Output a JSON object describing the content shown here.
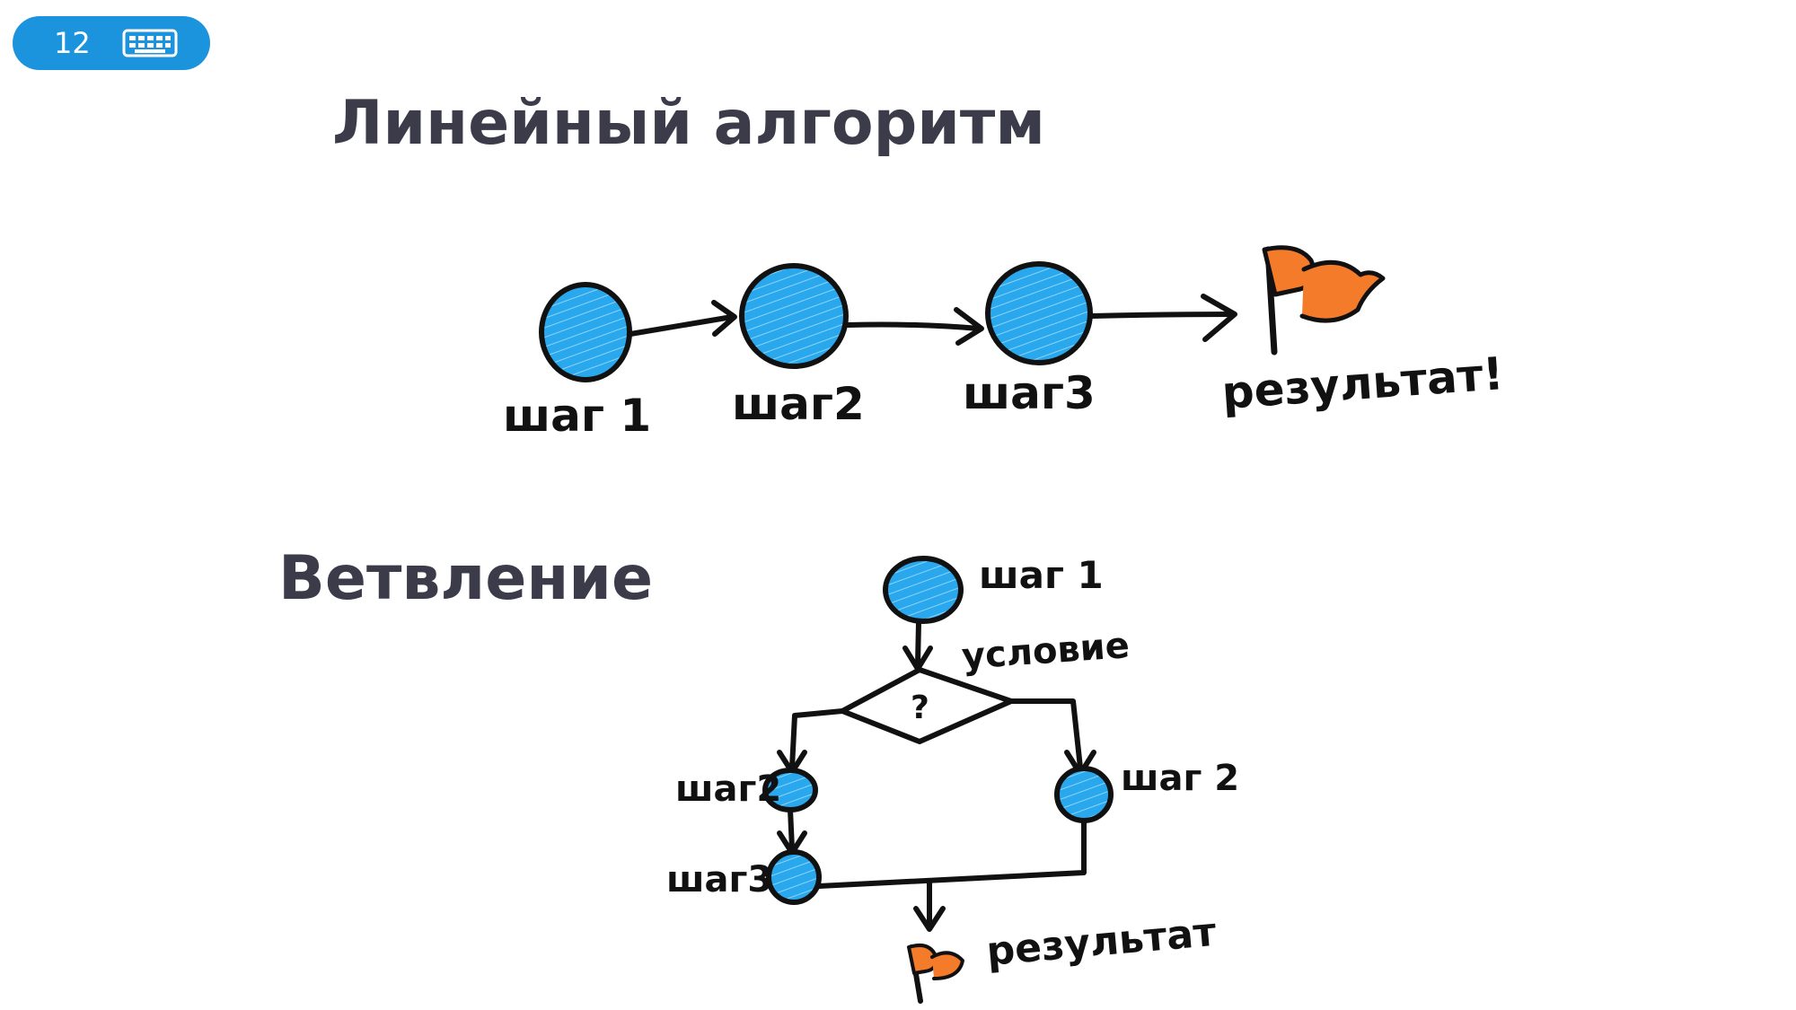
{
  "badge": {
    "slide_number": "12",
    "icon": "keyboard-icon"
  },
  "titles": {
    "linear": "Линейный алгоритм",
    "branching": "Ветвление"
  },
  "linear_diagram": {
    "steps": [
      "шаг 1",
      "шаг2",
      "шаг3"
    ],
    "result": "результат!"
  },
  "branch_diagram": {
    "start": "шаг 1",
    "condition": "условие",
    "decision_mark": "?",
    "left_steps": [
      "шаг2",
      "шаг3"
    ],
    "right_step": "шаг 2",
    "result": "результат"
  },
  "colors": {
    "accent": "#1c93dd",
    "node_fill": "#29a8ee",
    "flag": "#f47b2a",
    "ink": "#111111",
    "heading": "#3b3b4a"
  }
}
